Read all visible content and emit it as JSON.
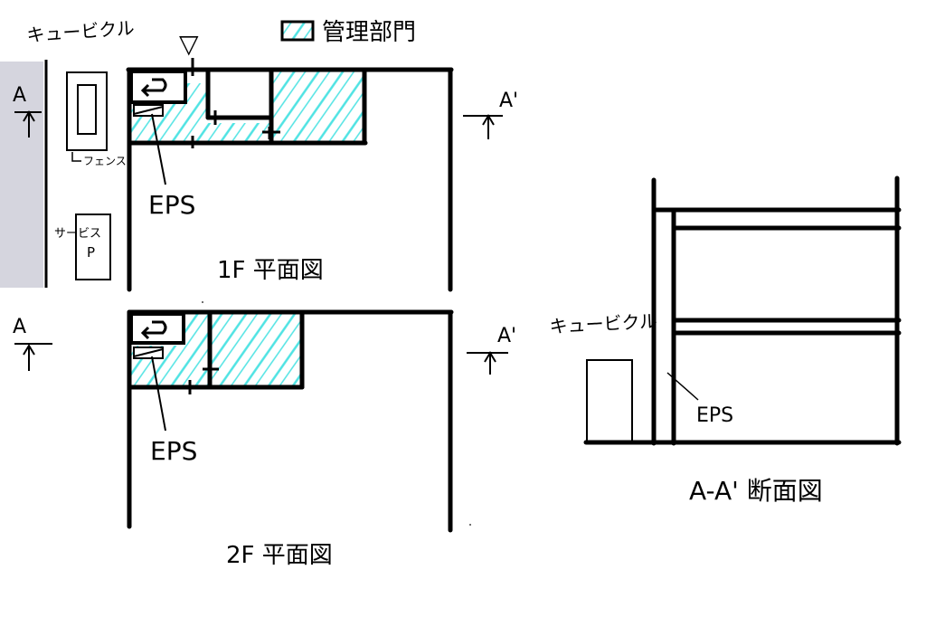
{
  "legend": {
    "label": "管理部門",
    "hatch_color": "#4fe3e3"
  },
  "site": {
    "cubicle_label": "キュービクル",
    "fence_label": "フェンス",
    "service_parking_label": "サービス",
    "service_parking_mark": "P",
    "road_color": "#d5d5de"
  },
  "plan_1f": {
    "title": "1F 平面図",
    "eps_label": "EPS",
    "entrance_mark": "▽"
  },
  "plan_2f": {
    "title": "2F 平面図",
    "eps_label": "EPS"
  },
  "section_markers": {
    "a": "A",
    "a_prime": "A'"
  },
  "section": {
    "title": "A-A' 断面図",
    "cubicle_label": "キュービクル",
    "eps_label": "EPS"
  },
  "colors": {
    "line": "#000000",
    "hatch": "#4fe3e3"
  }
}
